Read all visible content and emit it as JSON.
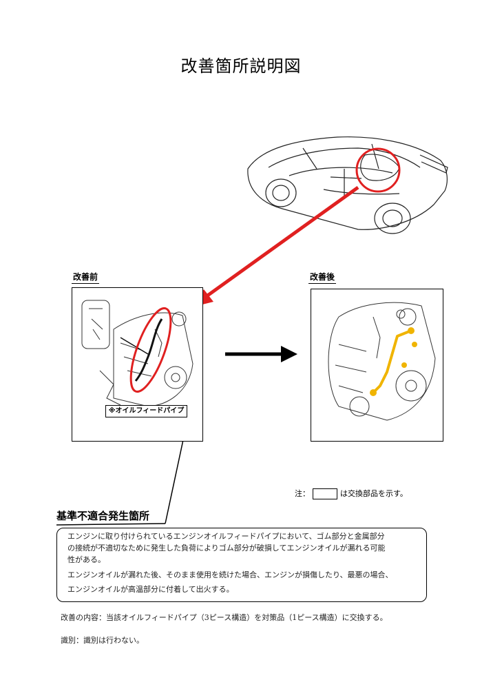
{
  "document": {
    "title": "改善箇所説明図",
    "before_label": "改善前",
    "after_label": "改善後",
    "callout_label": "※オイルフィードパイプ",
    "note_prefix": "注：",
    "note_suffix": "は交換部品を示す。",
    "section_title": "基準不適合発生箇所",
    "description_lines": [
      "エンジンに取り付けられているエンジンオイルフィードパイプにおいて、ゴム部分と金属部分",
      "の接続が不適切なために発生した負荷によりゴム部分が破損してエンジンオイルが漏れる可能",
      "性がある。",
      "エンジンオイルが漏れた後、そのまま使用を続けた場合、エンジンが損傷したり、最悪の場合、",
      "エンジンオイルが高温部分に付着して出火する。"
    ],
    "improvement_text": "改善の内容：当該オイルフィードパイプ（3ピース構造）を対策品（1ピース構造）に交換する。",
    "identification_text": "識別：識別は行わない。"
  },
  "colors": {
    "highlight_red": "#e02020",
    "replacement_part": "#f0b400"
  }
}
